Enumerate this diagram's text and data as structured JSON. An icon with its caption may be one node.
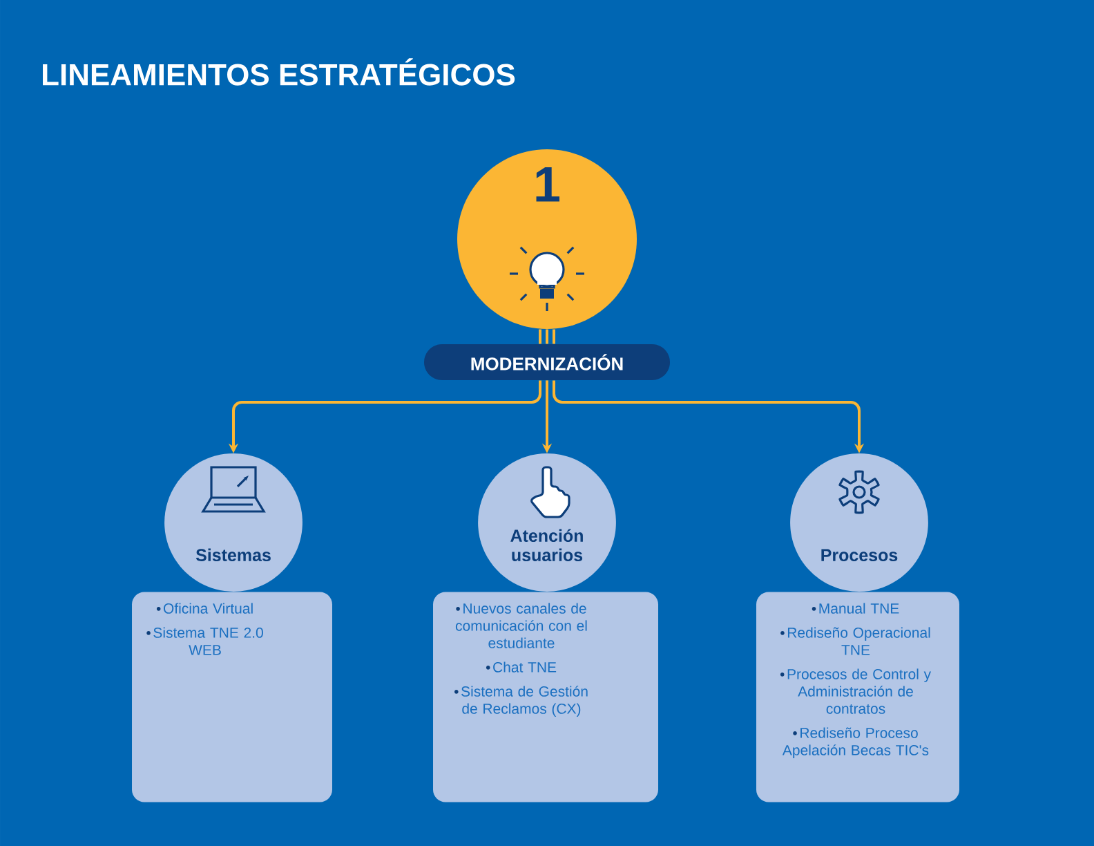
{
  "diagram": {
    "title": "LINEAMIENTOS ESTRATÉGICOS",
    "nodes": [
      {
        "text": [
          "1"
        ]
      },
      {
        "text": [
          "MODERNIZACIÓN"
        ]
      },
      {
        "text": [
          "Sistemas"
        ]
      },
      {
        "text": [
          "Atención usuarios"
        ]
      },
      {
        "text": [
          "Procesos"
        ]
      },
      {
        "text": [
          "Oficina Virtual",
          "Sistema TNE 2.0 WEB"
        ]
      },
      {
        "text": [
          "Nuevos canales de comunicación con el estudiante",
          "Chat TNE",
          "Sistema de Gestión de Reclamos (CX)"
        ]
      },
      {
        "text": [
          "Manual TNE",
          "Rediseño Operacional TNE",
          "Procesos de Control y Administración de contratos",
          "Rediseño Proceso Apelación Becas TIC's"
        ]
      }
    ],
    "edges": [
      {
        "from": 0,
        "to": 1,
        "arrow": "none"
      },
      {
        "from": 1,
        "to": 2,
        "arrow": "to"
      },
      {
        "from": 1,
        "to": 3,
        "arrow": "to"
      },
      {
        "from": 1,
        "to": 4,
        "arrow": "to"
      }
    ]
  }
}
